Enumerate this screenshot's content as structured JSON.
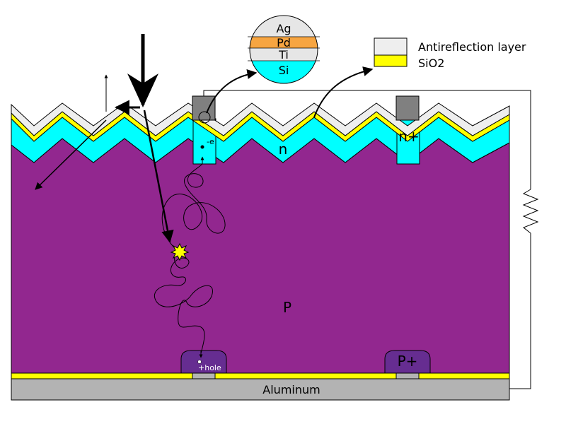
{
  "labels": {
    "ag": "Ag",
    "pd": "Pd",
    "ti": "Ti",
    "si": "Si",
    "legend_antireflection": "Antireflection layer",
    "legend_sio2": "SiO2",
    "n_region": "n",
    "n_plus": "n+",
    "p_region": "P",
    "p_plus": "P+",
    "electron": "-e",
    "hole": "+hole",
    "aluminum": "Aluminum"
  },
  "colors": {
    "p_silicon": "#92278f",
    "n_silicon": "#00ffff",
    "sio2": "#ffff00",
    "antireflection": "#eeeeee",
    "contact": "#808080",
    "aluminum": "#b3b3b3",
    "p_plus": "#662d91",
    "pd": "#f7a541",
    "flash": "#ffff00"
  }
}
